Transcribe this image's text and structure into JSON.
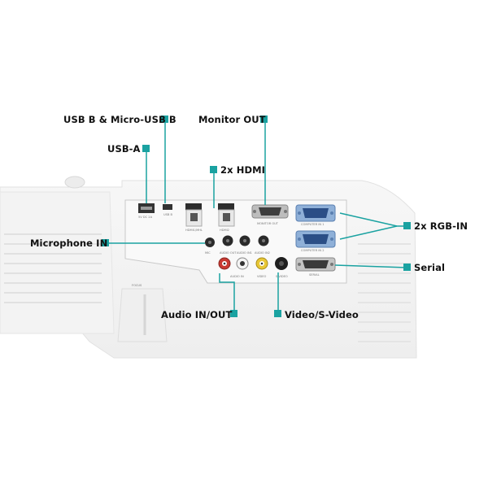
{
  "accent_color": "#1aa2a1",
  "labels": {
    "usb_b": "USB B & Micro-USB B",
    "monitor_out": "Monitor OUT",
    "usb_a": "USB-A",
    "hdmi": "2x HDMI",
    "rgb_in": "2x RGB-IN",
    "microphone": "Microphone IN",
    "serial": "Serial",
    "audio": "Audio IN/OUT",
    "video": "Video/S-Video"
  },
  "panel_text": {
    "usb_a_port": "5V DC 2A",
    "usb_b_port": "USB B",
    "hdmi1": "HDMI1/MHL",
    "hdmi2": "HDMI2",
    "monitor_out": "MONITOR OUT",
    "computer1": "COMPUTER IN 1",
    "computer2": "COMPUTER IN 2",
    "serial": "SERIAL",
    "mic": "MIC",
    "audio_out": "AUDIO OUT",
    "audio_in1": "AUDIO IN1",
    "audio_in2": "AUDIO IN2",
    "audio_in": "AUDIO IN",
    "video": "VIDEO",
    "s_video": "S-VIDEO",
    "focus": "FOCUS"
  },
  "icons": [
    "usb-a-port-icon",
    "usb-b-port-icon",
    "hdmi-port-icon",
    "vga-port-icon",
    "serial-port-icon",
    "audio-jack-icon",
    "rca-jack-icon",
    "s-video-jack-icon",
    "callout-square-icon"
  ]
}
